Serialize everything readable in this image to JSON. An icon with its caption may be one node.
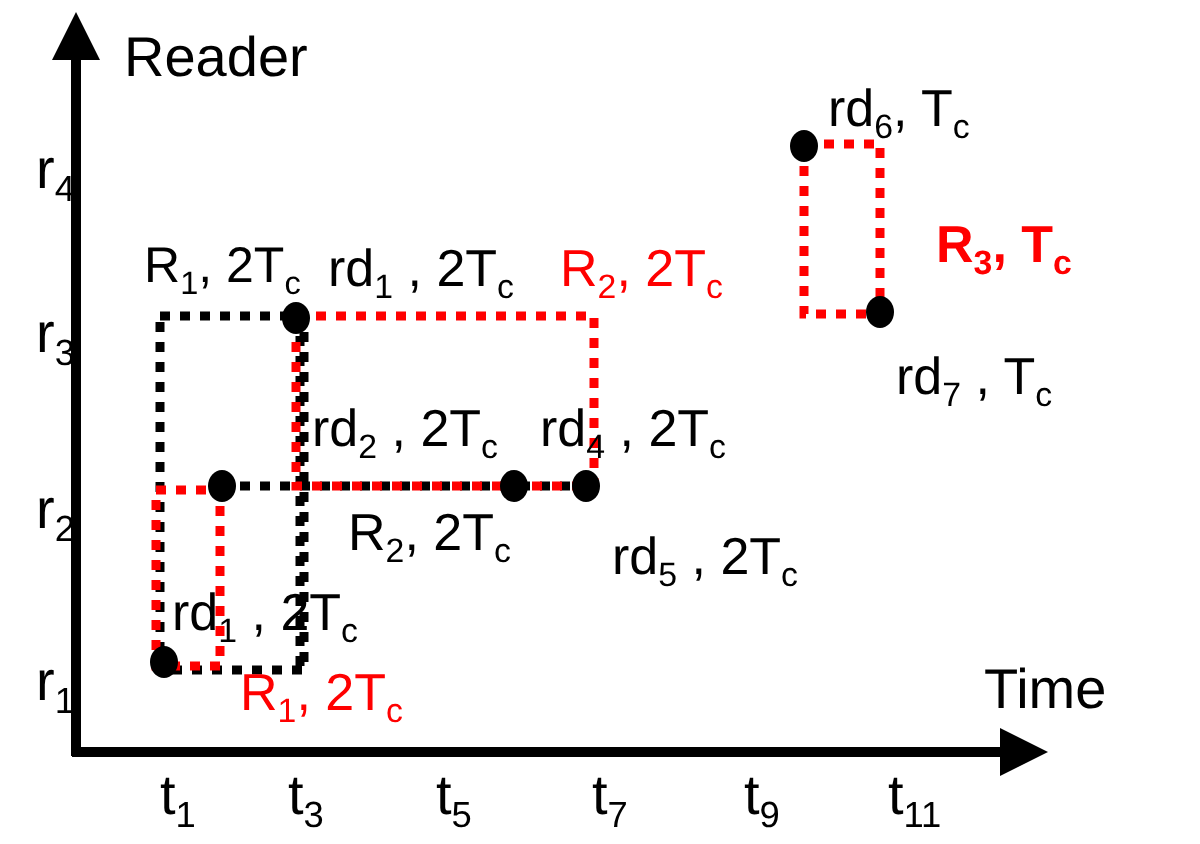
{
  "diagram": {
    "nodes": [
      {
        "text": [],
        "shape": "circle"
      },
      {
        "text": [],
        "shape": "circle"
      },
      {
        "text": [],
        "shape": "circle"
      },
      {
        "text": [],
        "shape": "circle"
      },
      {
        "text": [],
        "shape": "circle"
      },
      {
        "text": [],
        "shape": "circle"
      },
      {
        "text": [],
        "shape": "circle"
      }
    ],
    "labels": [
      "Reader",
      "r$_{4}$",
      "r$_{3}$",
      "r$_{2}$",
      "r$_{1}$",
      "Time",
      "t$_{1}$",
      "t$_{3}$",
      "t$_{5}$",
      "t$_{7}$",
      "t$_{9}$",
      "t$_{11}$",
      "R$_{1}$, 2T$_{c}$",
      "R$_{2}$, 2T$_{c}$",
      "R$_{3}$, T$_{c}$",
      "R$_{2}$, 2T$_{c}$",
      "R$_{1}$, 2T$_{c}$",
      "rd$_{6}$, T$_{c}$",
      "rd$_{1}$ , 2T$_{c}$",
      "rd$_{7}$ , T$_{c}$",
      "rd$_{2}$ , 2T$_{c}$",
      "rd$_{4}$ , 2T$_{c}$",
      "rd$_{5}$ , 2T$_{c}$",
      "rd$_{1}$ , 2T$_{c}$"
    ]
  }
}
